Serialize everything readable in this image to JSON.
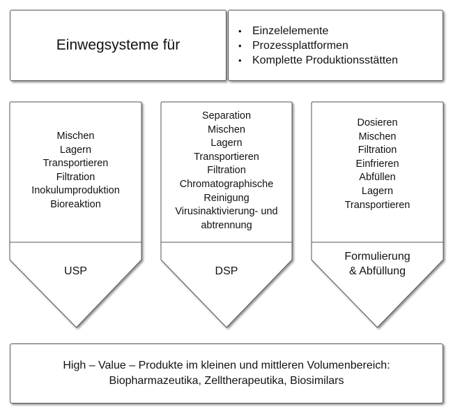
{
  "header": {
    "title": "Einwegsysteme für",
    "items": [
      "Einzelelemente",
      "Prozessplattformen",
      "Komplette Produktionsstätten"
    ]
  },
  "columns": [
    {
      "activities": [
        "Mischen",
        "Lagern",
        "Transportieren",
        "Filtration",
        "Inokulumproduktion",
        "Bioreaktion"
      ],
      "label": "USP"
    },
    {
      "activities": [
        "Separation",
        "Mischen",
        "Lagern",
        "Transportieren",
        "Filtration",
        "Chromatographische",
        "Reinigung",
        "Virusinaktivierung- und",
        "abtrennung"
      ],
      "label": "DSP"
    },
    {
      "activities": [
        "Dosieren",
        "Mischen",
        "Filtration",
        "Einfrieren",
        "Abfüllen",
        "Lagern",
        "Transportieren"
      ],
      "label_lines": [
        "Formulierung",
        "& Abfüllung"
      ]
    }
  ],
  "footer": {
    "line1": "High – Value – Produkte im kleinen und mittleren Volumenbereich:",
    "line2": "Biopharmazeutika, Zelltherapeutika, Biosimilars"
  }
}
